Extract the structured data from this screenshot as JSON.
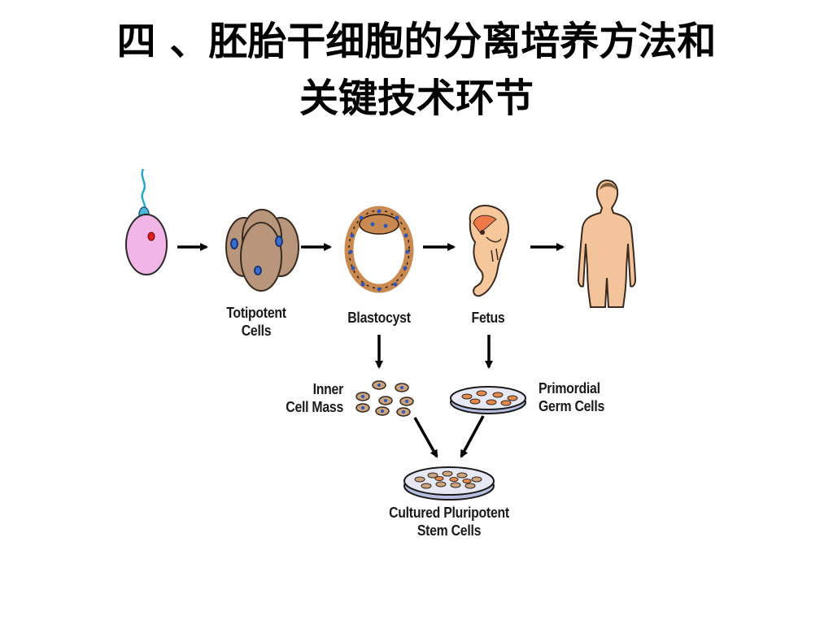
{
  "slide": {
    "title_line1": "四 、胚胎干细胞的分离培养方法和",
    "title_line2": "关键技术环节"
  },
  "diagram": {
    "stages": {
      "totipotent": [
        "Totipotent",
        "Cells"
      ],
      "blastocyst": "Blastocyst",
      "fetus": "Fetus",
      "inner_cell_mass": [
        "Inner",
        "Cell Mass"
      ],
      "primordial_germ_cells": [
        "Primordial",
        "Germ Cells"
      ],
      "cultured": [
        "Cultured Pluripotent",
        "Stem Cells"
      ]
    }
  }
}
